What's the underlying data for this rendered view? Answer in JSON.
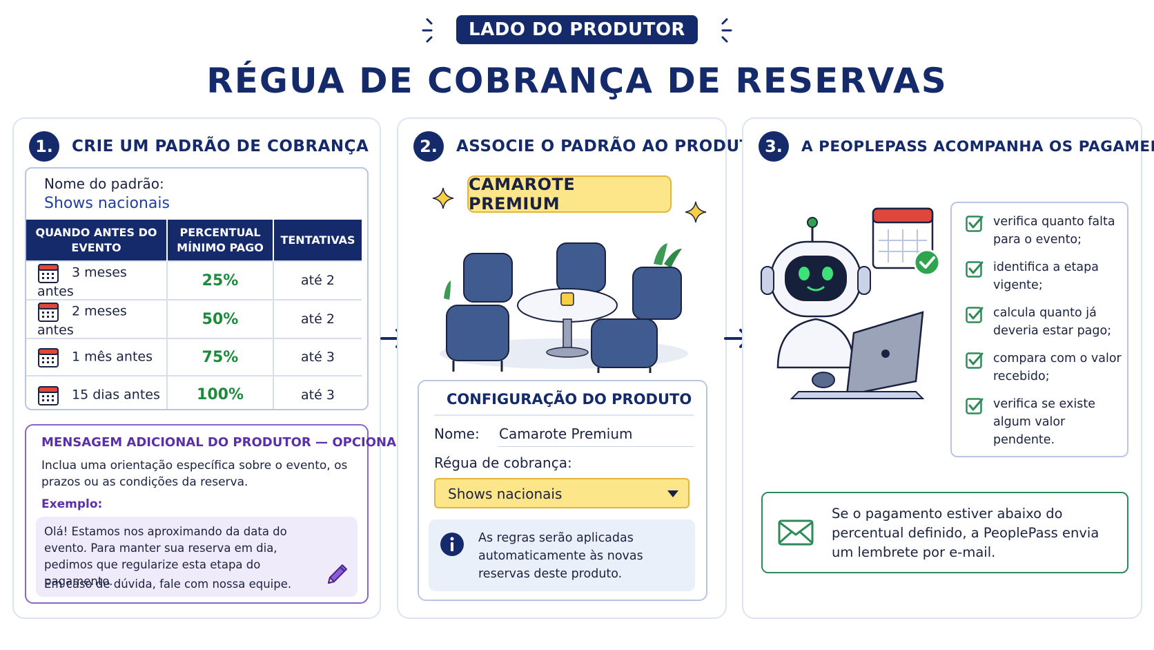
{
  "header": {
    "badge": "LADO DO PRODUTOR",
    "title": "RÉGUA DE COBRANÇA DE RESERVAS"
  },
  "colors": {
    "navy": "#142a6b",
    "green": "#1e8a3c",
    "purple": "#5b2fa8",
    "yellow": "#fde68a"
  },
  "step1": {
    "number": "1.",
    "title": "CRIE UM PADRÃO DE COBRANÇA",
    "pattern_label": "Nome do padrão:",
    "pattern_value": "Shows nacionais",
    "columns": [
      "QUANDO ANTES DO EVENTO",
      "PERCENTUAL MÍNIMO PAGO",
      "TENTATIVAS"
    ],
    "rows": [
      {
        "when": "3 meses antes",
        "pct": "25%",
        "tries": "até 2",
        "icon": "calendar-icon"
      },
      {
        "when": "2 meses antes",
        "pct": "50%",
        "tries": "até 2",
        "icon": "calendar-icon"
      },
      {
        "when": "1 mês antes",
        "pct": "75%",
        "tries": "até 3",
        "icon": "calendar-icon"
      },
      {
        "when": "15 dias antes",
        "pct": "100%",
        "tries": "até 3",
        "icon": "calendar-icon"
      }
    ],
    "message": {
      "title": "MENSAGEM ADICIONAL DO PRODUTOR — OPCIONAL",
      "description": "Inclua uma orientação específica sobre o evento, os prazos ou as condições da reserva.",
      "example_label": "Exemplo:",
      "example_text": "Olá! Estamos nos aproximando da data do evento. Para manter sua reserva em dia, pedimos que regularize esta etapa do pagamento.",
      "example_text2": "Em caso de dúvida, fale com nossa equipe."
    }
  },
  "step2": {
    "number": "2.",
    "title": "ASSOCIE O PADRÃO AO PRODUTO",
    "product_tag": "CAMAROTE PREMIUM",
    "config": {
      "title": "CONFIGURAÇÃO DO PRODUTO",
      "name_label": "Nome:",
      "name_value": "Camarote Premium",
      "rule_label": "Régua de cobrança:",
      "rule_value": "Shows nacionais",
      "info": "As regras serão aplicadas automaticamente às novas reservas deste produto."
    }
  },
  "step3": {
    "number": "3.",
    "title": "A PEOPLEPASS ACOMPANHA OS PAGAMENTOS",
    "checks": [
      "verifica quanto falta para o evento;",
      "identifica a etapa vigente;",
      "calcula quanto já deveria estar pago;",
      "compara com o valor recebido;",
      "verifica se existe algum valor pendente."
    ],
    "email_note": "Se o pagamento estiver abaixo do percentual definido, a PeoplePass envia um lembrete por e-mail."
  }
}
